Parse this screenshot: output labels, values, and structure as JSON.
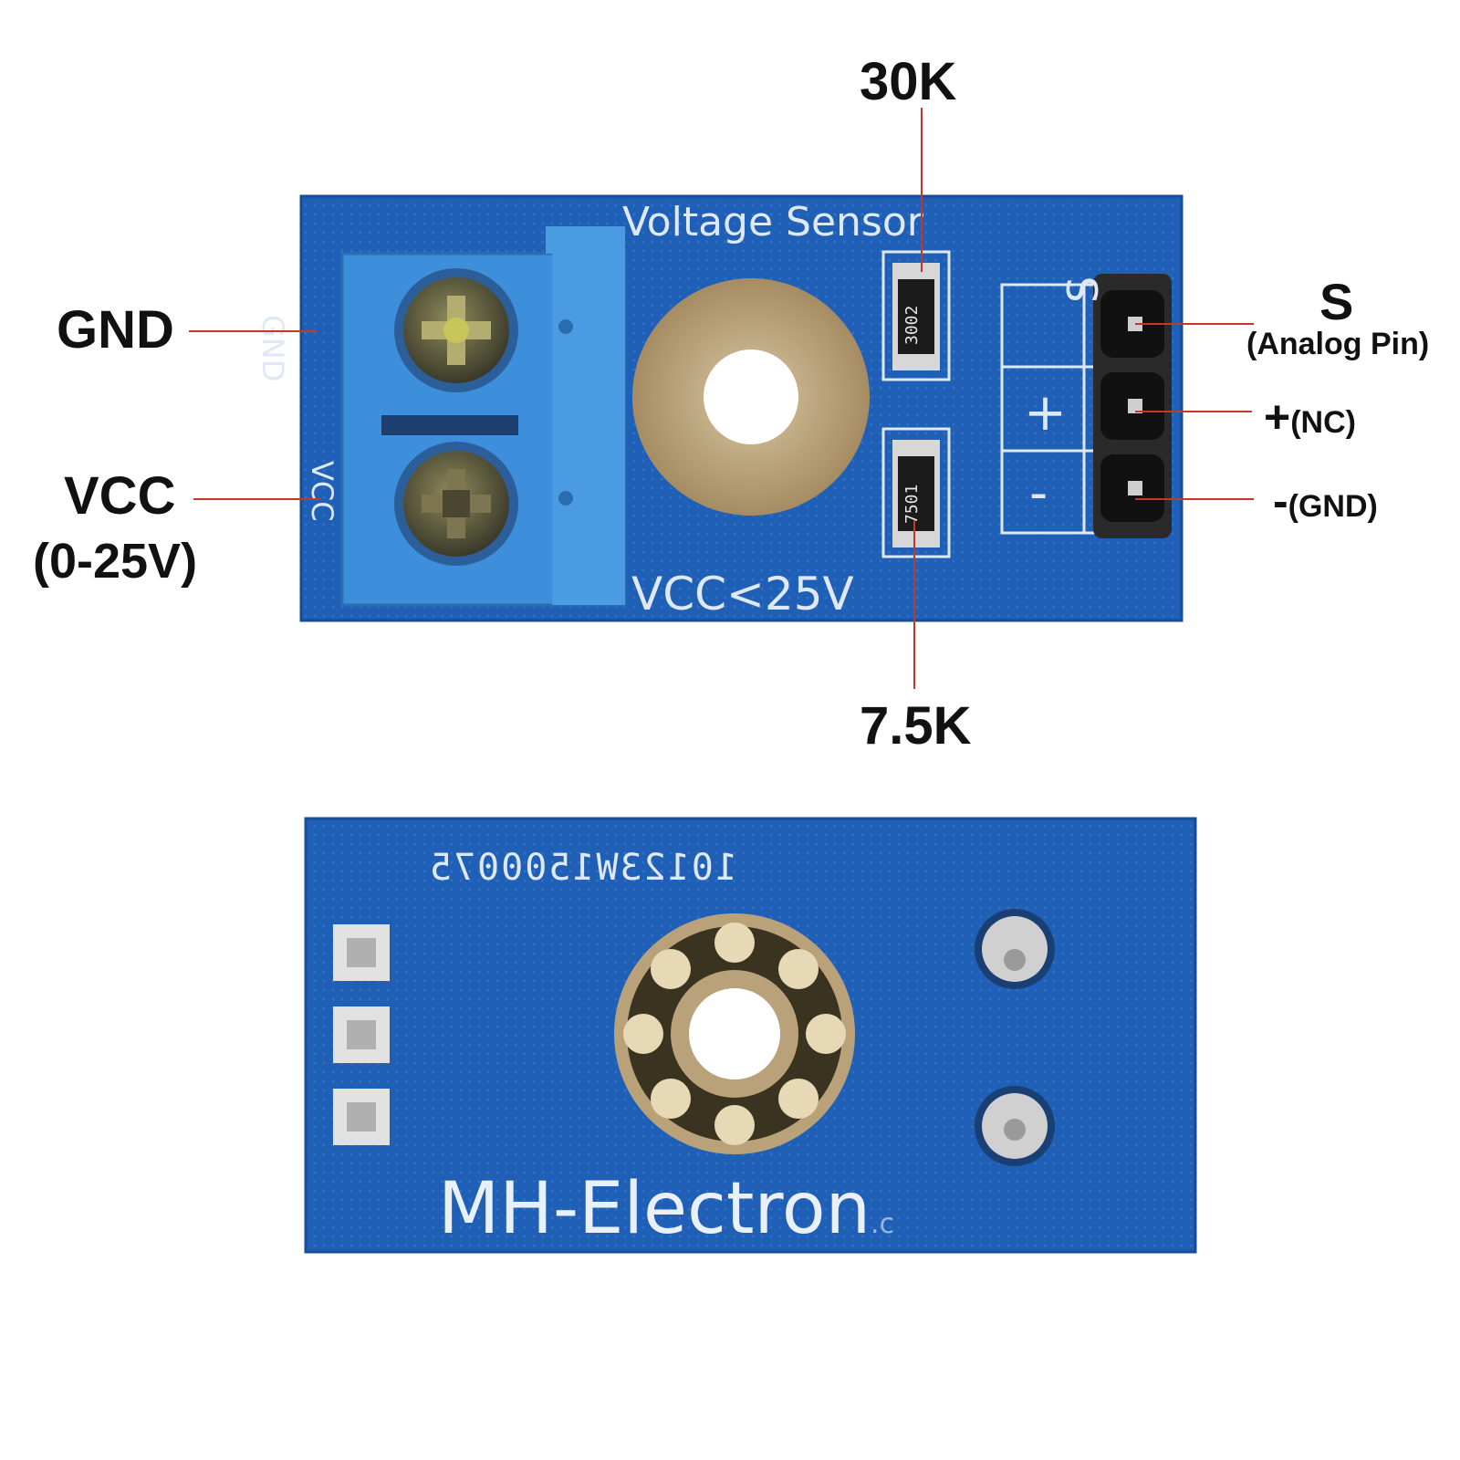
{
  "colors": {
    "pcb": "#1f5fb5",
    "pcb_dark": "#174c96",
    "terminal_block": "#3d8fdb",
    "leader_line": "#c0392b",
    "silk": "#dfe8f5",
    "gold": "#b9a27a"
  },
  "front_board": {
    "silk_title": "Voltage Sensor",
    "silk_vcc_limit": "VCC<25V",
    "silk_gnd": "GND",
    "silk_vcc": "VCC",
    "silk_pins": [
      "S",
      "+",
      "-"
    ],
    "resistor_top_code": "3002",
    "resistor_bottom_code": "7501"
  },
  "back_board": {
    "serial": "10123W1500075",
    "brand": "MH-Electron",
    "brand_suffix": ".c"
  },
  "callouts": {
    "resistor_top": "30K",
    "resistor_bottom": "7.5K",
    "gnd": "GND",
    "vcc": "VCC",
    "vcc_range": "(0-25V)",
    "s_pin": "S",
    "s_pin_note": "(Analog Pin)",
    "plus_pin_symbol": "+",
    "plus_pin_note": "(NC)",
    "minus_pin_symbol": "-",
    "minus_pin_note": "(GND)"
  },
  "icons": {
    "screw": "screw-icon",
    "mounting_hole": "mounting-hole-icon",
    "pin_header": "pin-header-icon",
    "solder_pad": "solder-pad-icon"
  }
}
